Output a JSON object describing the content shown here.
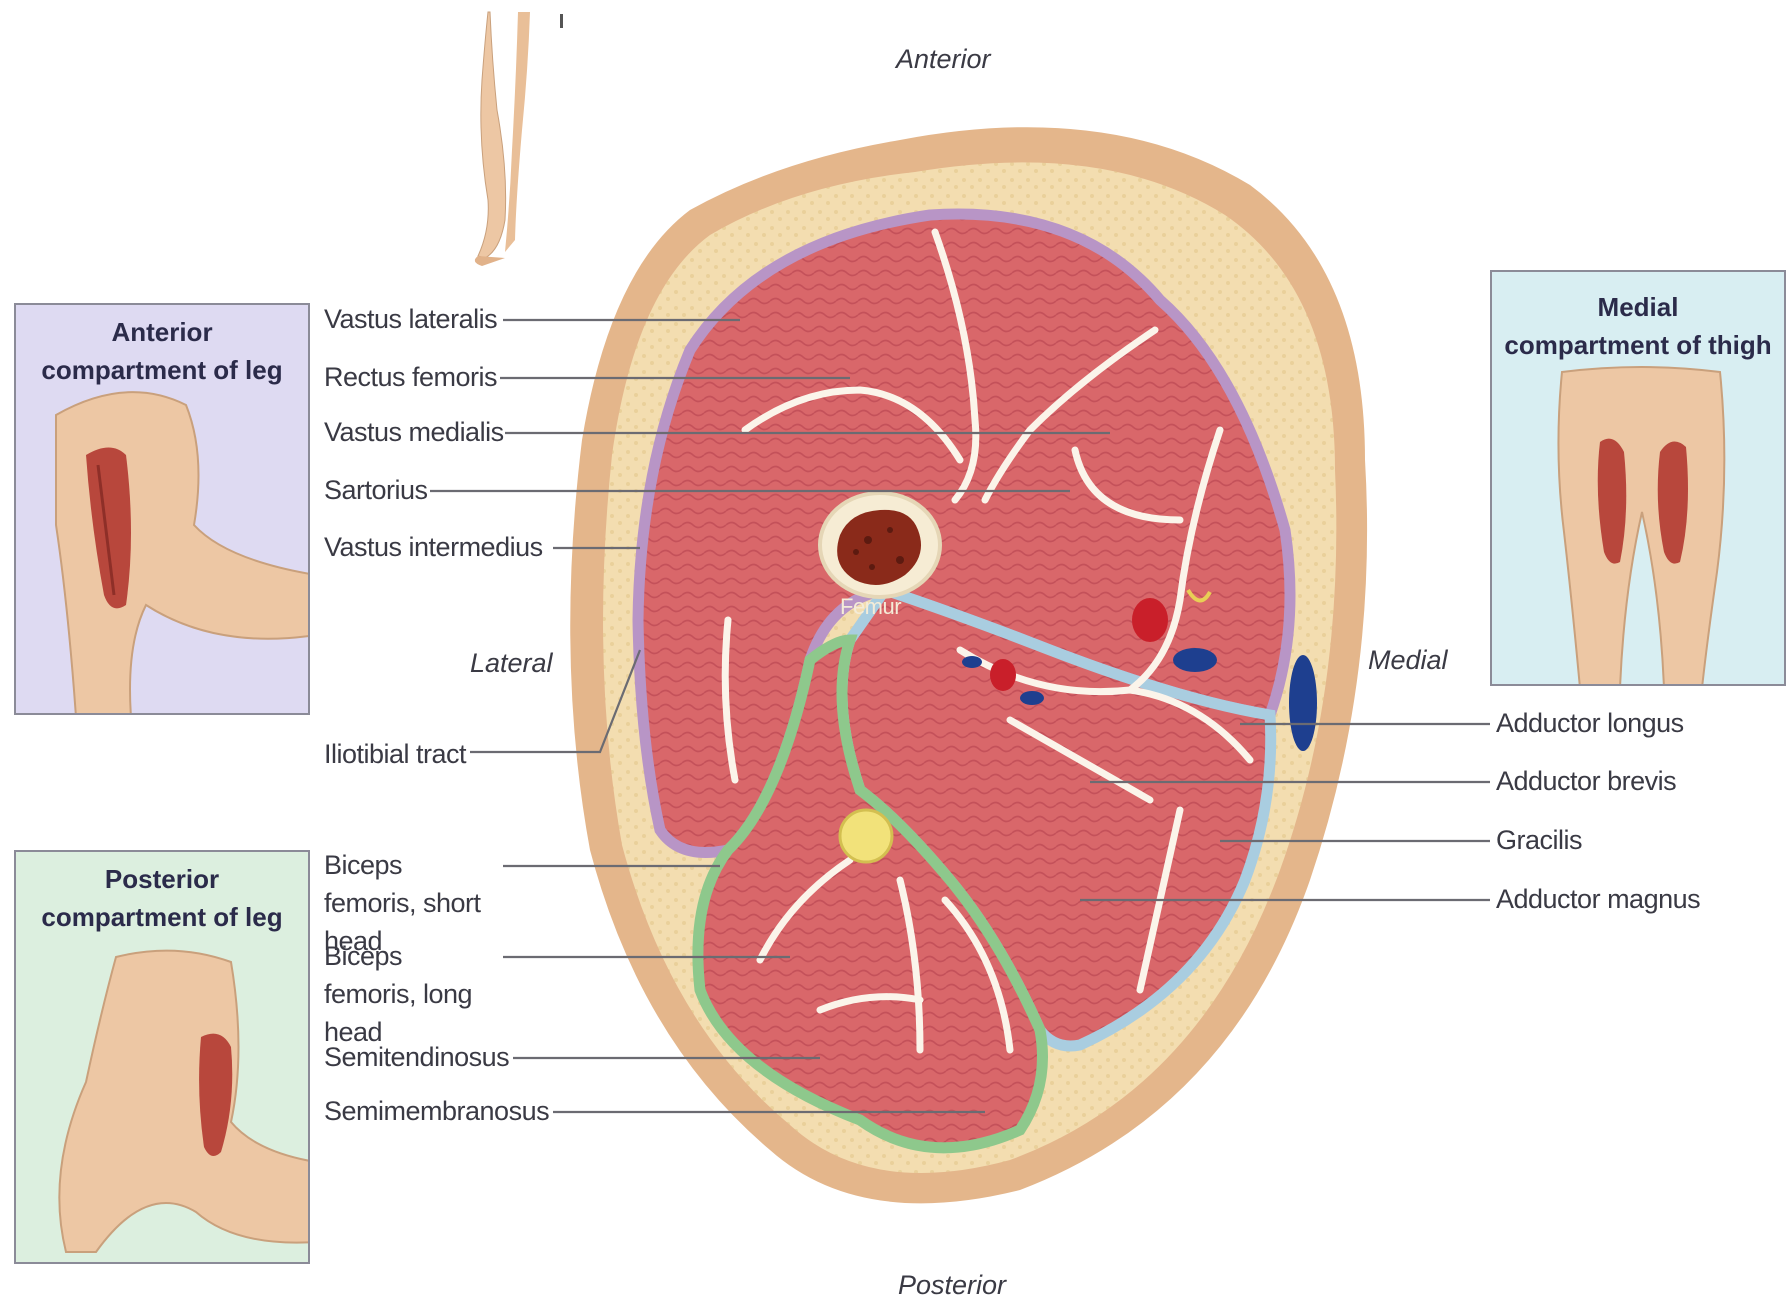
{
  "orientation": {
    "anterior": "Anterior",
    "posterior": "Posterior",
    "lateral": "Lateral",
    "medial": "Medial"
  },
  "bone_label": "Femur",
  "left_labels": [
    "Vastus lateralis",
    "Rectus femoris",
    "Vastus medialis",
    "Sartorius",
    "Vastus intermedius",
    "Iliotibial tract",
    "Biceps femoris, short head",
    "Biceps femoris, long head",
    "Semitendinosus",
    "Semimembranosus"
  ],
  "right_labels": [
    "Adductor longus",
    "Adductor brevis",
    "Gracilis",
    "Adductor magnus"
  ],
  "boxes": {
    "anterior": {
      "title_line1": "Anterior",
      "title_line2": "compartment of leg"
    },
    "posterior": {
      "title_line1": "Posterior",
      "title_line2": "compartment of leg"
    },
    "medial": {
      "title_line1": "Medial",
      "title_line2": "compartment of thigh"
    }
  },
  "colors": {
    "muscle": "#d9676a",
    "fat": "#f3ddb0",
    "skin": "#e6b98f",
    "anterior_fascia": "#b895c6",
    "medial_fascia": "#a9cde0",
    "posterior_fascia": "#8ec88c",
    "bone_marrow": "#8a2a1a",
    "artery": "#c91f2a",
    "vein": "#1e3f8f",
    "nerve": "#f2e27a",
    "anterior_box_bg": "#dedaf2",
    "posterior_box_bg": "#dcefdf",
    "medial_box_bg": "#d8eef2"
  }
}
